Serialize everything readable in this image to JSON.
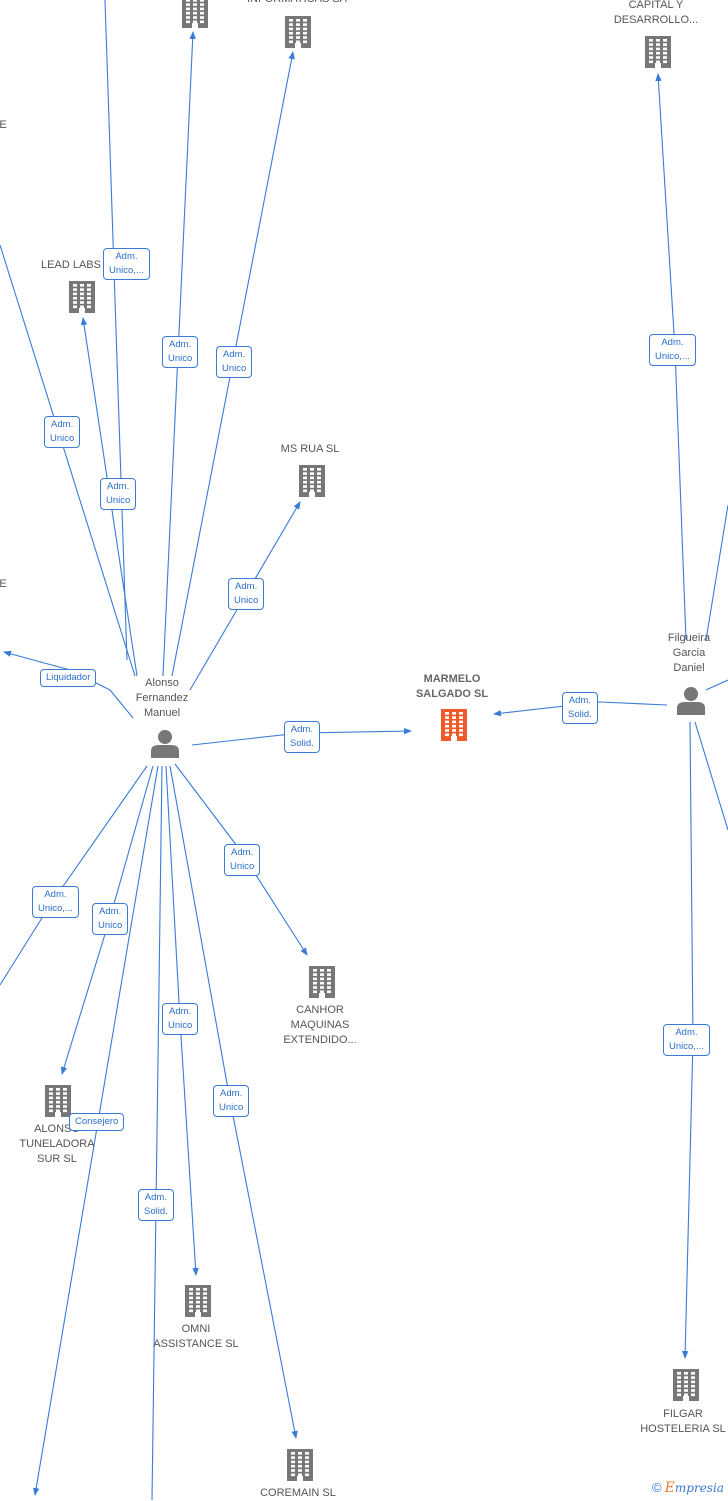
{
  "colors": {
    "edge": "#3a7bd5",
    "building": "#777777",
    "building_focus": "#f05a28",
    "person": "#777777"
  },
  "nodes": [
    {
      "id": "top-building",
      "type": "company",
      "label": ""
    },
    {
      "id": "informaticas",
      "type": "company",
      "label": "INFORMATICAS SA"
    },
    {
      "id": "capital",
      "type": "company",
      "label": "CAPITAL Y\nDESARROLLO..."
    },
    {
      "id": "lead-labs",
      "type": "company",
      "label": "LEAD LABS"
    },
    {
      "id": "ms-rua",
      "type": "company",
      "label": "MS RUA SL"
    },
    {
      "id": "marmelo",
      "type": "company",
      "label": "MARMELO\nSALGADO SL",
      "focus": true
    },
    {
      "id": "alonso",
      "type": "person",
      "label": "Alonso\nFernandez\nManuel"
    },
    {
      "id": "filgueira",
      "type": "person",
      "label": "Filgueira\nGarcia\nDaniel"
    },
    {
      "id": "canhor",
      "type": "company",
      "label": "CANHOR\nMAQUINAS\nEXTENDIDO..."
    },
    {
      "id": "tuneladora",
      "type": "company",
      "label": "ALONSO\nTUNELADORA\nSUR SL"
    },
    {
      "id": "omni",
      "type": "company",
      "label": "OMNI\nASSISTANCE SL"
    },
    {
      "id": "coremain",
      "type": "company",
      "label": "COREMAIN SL"
    },
    {
      "id": "filgar",
      "type": "company",
      "label": "FILGAR\nHOSTELERIA SL"
    },
    {
      "id": "partial-e1",
      "type": "partial",
      "label": "E"
    },
    {
      "id": "partial-e2",
      "type": "partial",
      "label": "E"
    }
  ],
  "edge_labels": [
    "Adm.\nUnico,...",
    "Adm.\nUnico",
    "Adm.\nUnico",
    "Adm.\nUnico,...",
    "Adm.\nUnico",
    "Adm.\nUnico",
    "Adm.\nUnico",
    "Liquidador",
    "Adm.\nSolid.",
    "Adm.\nSolid.",
    "Adm.\nUnico",
    "Adm.\nUnico,...",
    "Adm.\nUnico",
    "Consejero",
    "Adm.\nUnico",
    "Adm.\nUnico",
    "Adm.\nSolid.",
    "Adm.\nUnico,..."
  ],
  "footer": {
    "copyright": "©",
    "brand_initial": "E",
    "brand_rest": "mpresia"
  }
}
